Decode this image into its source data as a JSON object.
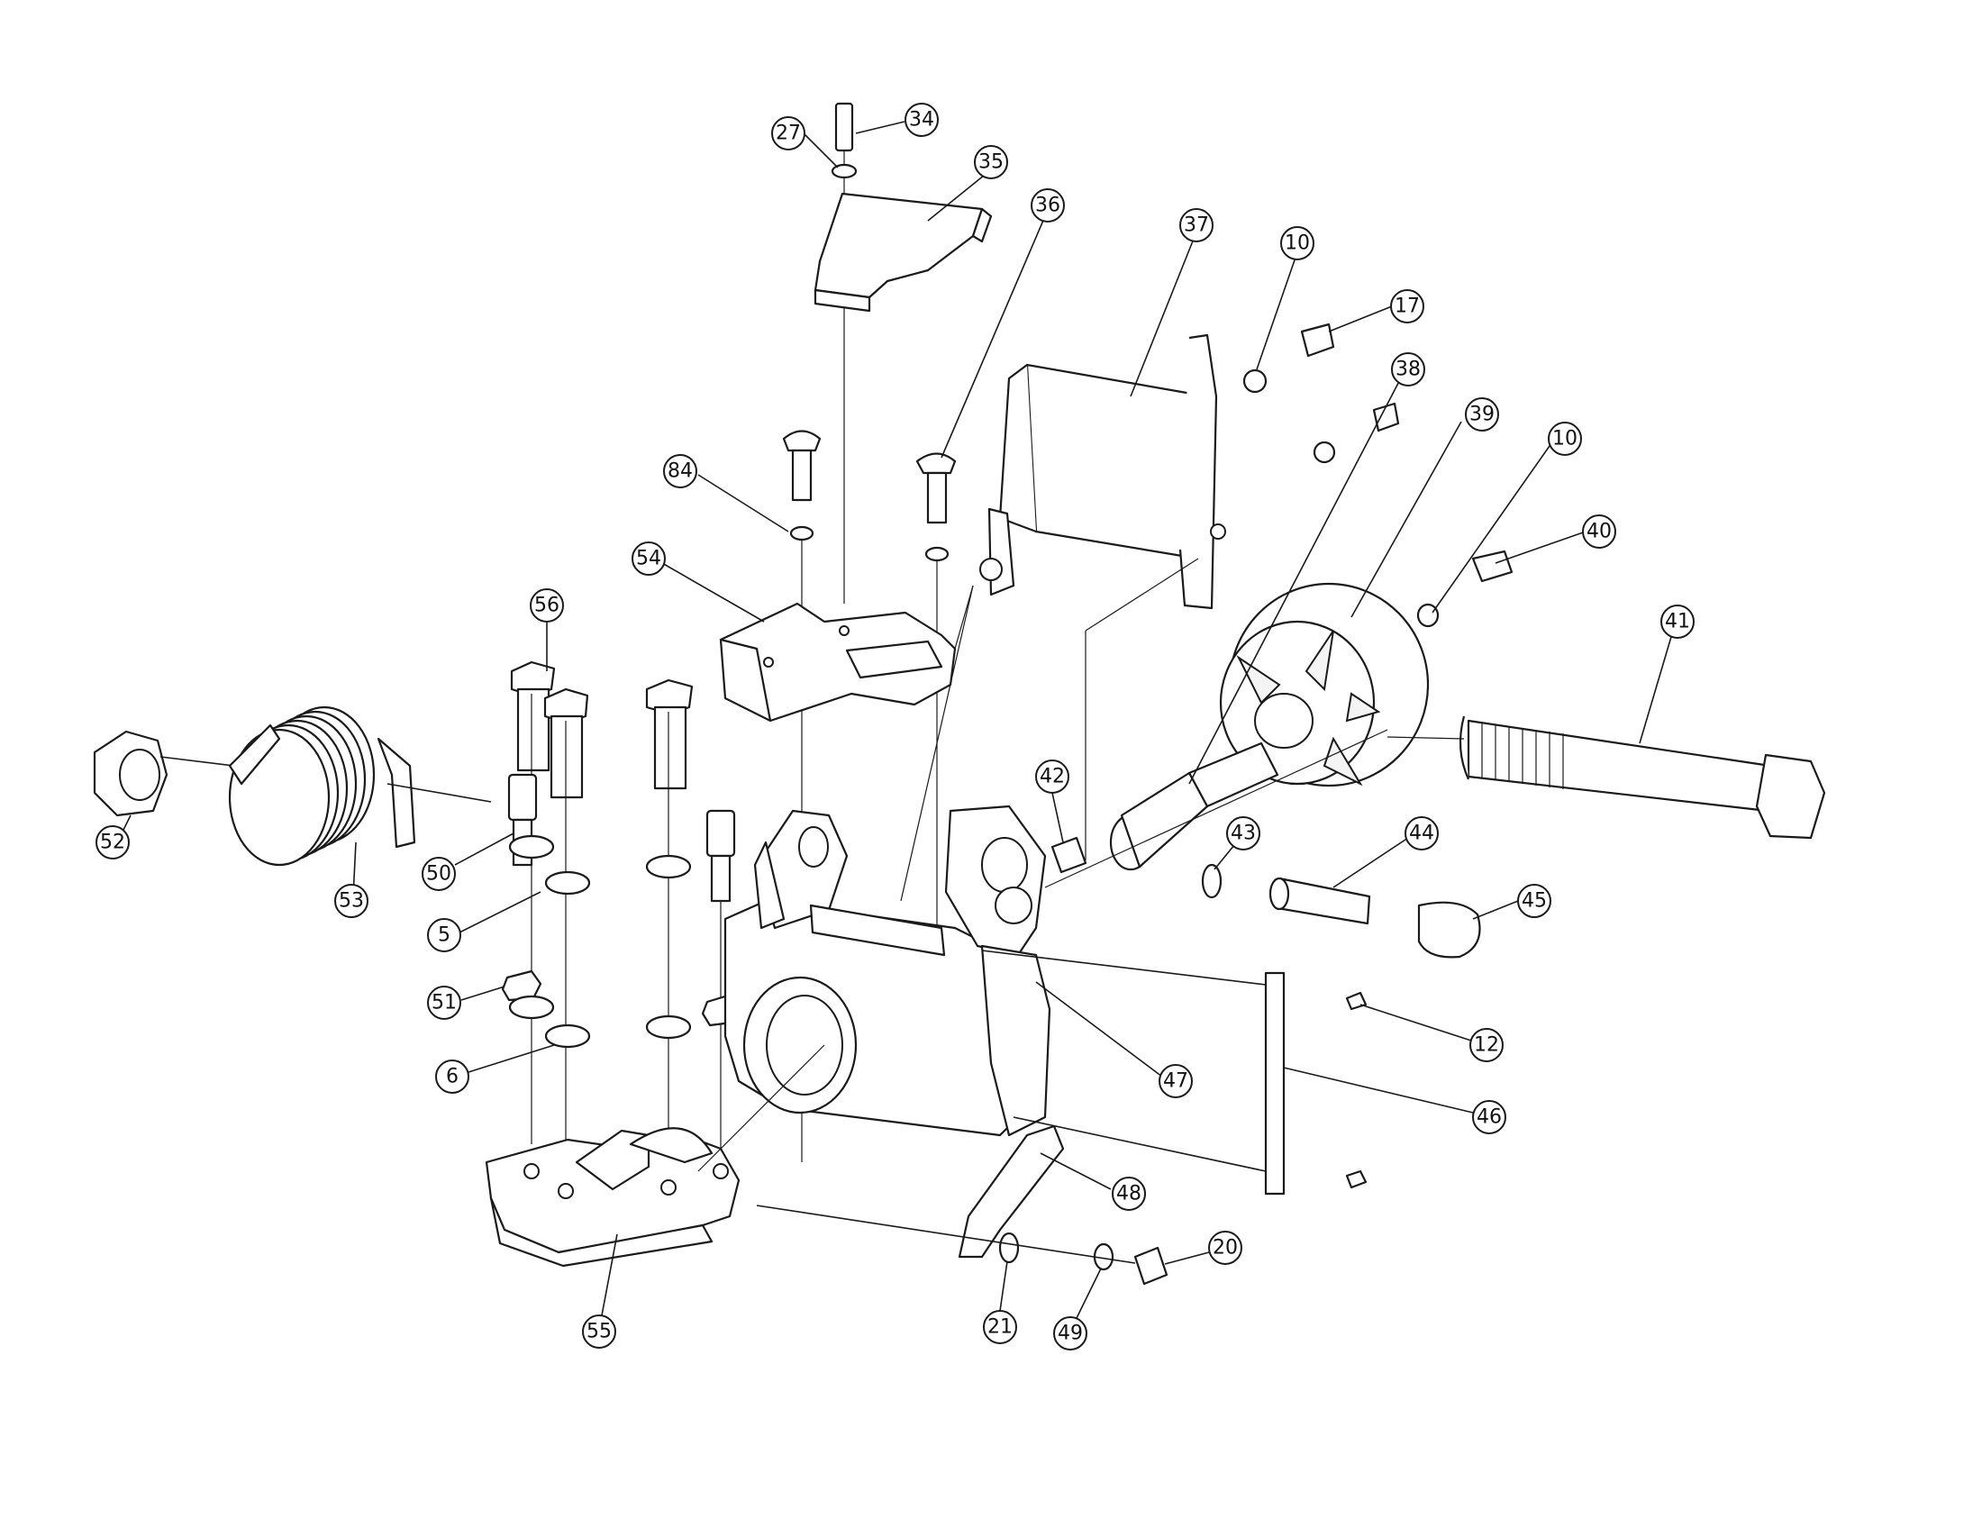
{
  "labels": [
    "27",
    "34",
    "35",
    "36",
    "37",
    "10",
    "17",
    "38",
    "39",
    "10",
    "40",
    "41",
    "84",
    "54",
    "56",
    "52",
    "53",
    "50",
    "5",
    "51",
    "6",
    "42",
    "43",
    "44",
    "45",
    "12",
    "46",
    "47",
    "48",
    "20",
    "21",
    "49",
    "55"
  ]
}
